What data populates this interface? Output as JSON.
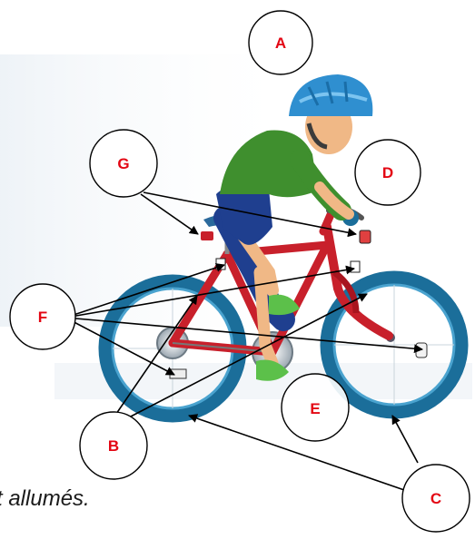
{
  "labels": {
    "A": "A",
    "B": "B",
    "C": "C",
    "D": "D",
    "E": "E",
    "F": "F",
    "G": "G"
  },
  "caption": "t allumés.",
  "colors": {
    "label_text": "#e30613",
    "frame": "#c8202b",
    "wheel": "#1b6e9a",
    "shirt": "#3f8f2e",
    "shorts": "#1f3f8f",
    "helmet": "#2f8fd0",
    "shoes": "#5cc04a",
    "skin": "#f0b886"
  },
  "icons": [
    "bicycle-illustration",
    "cyclist-illustration"
  ]
}
